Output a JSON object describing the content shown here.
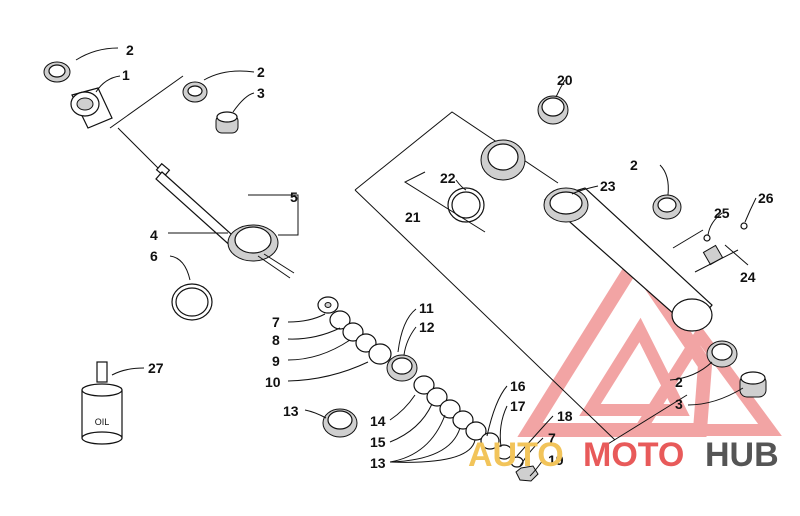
{
  "diagram": {
    "callouts": [
      "2",
      "1",
      "2",
      "3",
      "5",
      "4",
      "6",
      "7",
      "8",
      "9",
      "10",
      "11",
      "12",
      "13",
      "14",
      "15",
      "16",
      "17",
      "18",
      "7",
      "19",
      "20",
      "13",
      "22",
      "23",
      "21",
      "2",
      "25",
      "26",
      "24",
      "2",
      "3",
      "27"
    ],
    "bottle_label": "OIL"
  },
  "watermark": {
    "text_auto": "AUTO",
    "text_moto": "MOTO",
    "text_hub": "HUB",
    "color_auto": "#f2c45a",
    "color_moto": "#e85a5a",
    "color_hub": "#555555",
    "logo_color": "#e85a5a"
  }
}
